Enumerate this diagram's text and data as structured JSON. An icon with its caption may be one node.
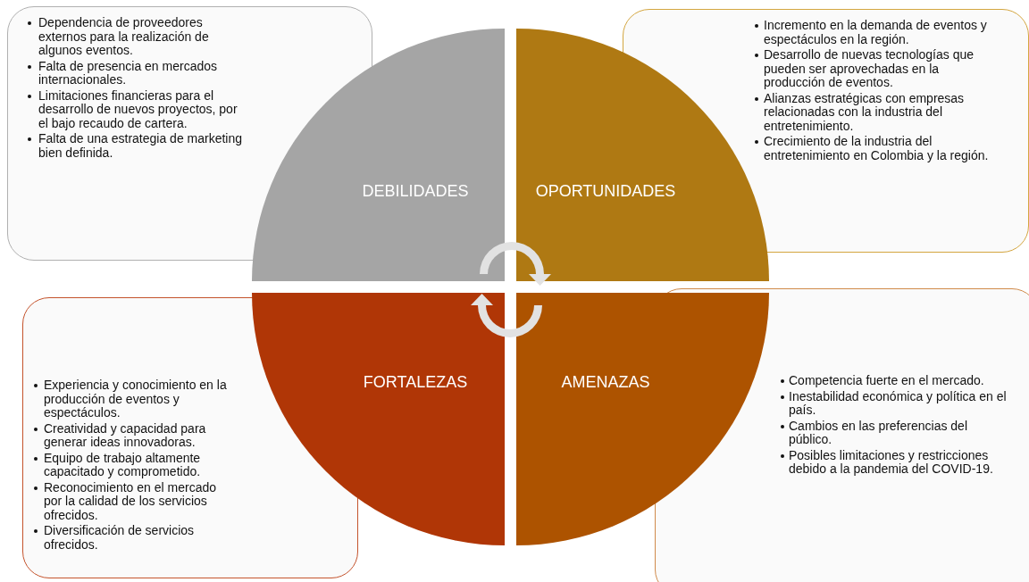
{
  "diagram": {
    "nodes": [
      {
        "text": [
          "Dependencia de proveedores externos para la realización de algunos eventos.",
          "Falta de presencia en mercados internacionales.",
          "Limitaciones financieras para el desarrollo de nuevos proyectos, por el bajo recaudo de cartera.",
          "Falta de una estrategia de marketing bien definida."
        ]
      },
      {
        "text": [
          "DEBILIDADES"
        ]
      },
      {
        "text": [
          "OPORTUNIDADES"
        ]
      },
      {
        "text": [
          "Incremento en la demanda de eventos y espectáculos en la región.",
          "Desarrollo de nuevas tecnologías que pueden ser aprovechadas en la producción de eventos.",
          "Alianzas estratégicas con empresas relacionadas con la industria del entretenimiento.",
          "Crecimiento de la industria del entretenimiento en Colombia y la región."
        ]
      },
      {
        "text": [
          "Experiencia y conocimiento en la producción de eventos y espectáculos.",
          "Creatividad y capacidad para generar ideas innovadoras.",
          "Equipo de trabajo altamente capacitado y comprometido.",
          "Reconocimiento en el mercado por la calidad de los servicios ofrecidos.",
          "Diversificación de servicios ofrecidos."
        ]
      },
      {
        "text": [
          "FORTALEZAS"
        ]
      },
      {
        "text": [
          "AMENAZAS"
        ]
      },
      {
        "text": [
          "Competencia fuerte en el mercado.",
          "Inestabilidad económica y política en el país.",
          "Cambios en las preferencias del público.",
          "Posibles limitaciones y restricciones debido a la pandemia del COVID-19."
        ]
      }
    ]
  }
}
